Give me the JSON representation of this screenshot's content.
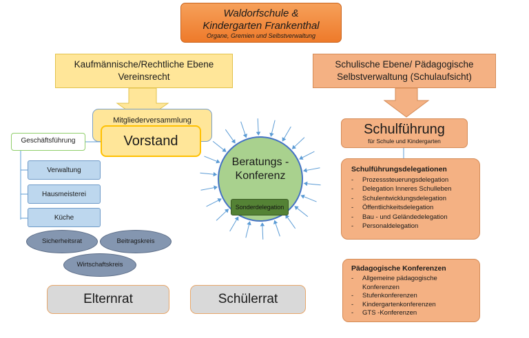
{
  "title": {
    "line1": "Waldorfschule &",
    "line2": "Kindergarten Frankenthal",
    "line3": "Organe, Gremien und Selbstverwaltung"
  },
  "left_branch": {
    "line1": "Kaufmännische/Rechtliche Ebene",
    "line2": "Vereinsrecht"
  },
  "right_branch": {
    "line1": "Schulische Ebene/ Pädagogische",
    "line2": "Selbstverwaltung (Schulaufsicht)"
  },
  "mitgliederversammlung": "Mitgliederversammlung",
  "vorstand": "Vorstand",
  "geschaeftsfuehrung": "Geschäftsführung",
  "gf_items": [
    "Verwaltung",
    "Hausmeisterei",
    "Küche"
  ],
  "ellipses": [
    "Sicherheitsrat",
    "Beitragskreis",
    "Wirtschaftskreis"
  ],
  "beratung": {
    "line1": "Beratungs -",
    "line2": "Konferenz",
    "sonder": "Sonderdelegation"
  },
  "schulfuehrung": {
    "title": "Schulführung",
    "subtitle": "für Schule und Kindergarten"
  },
  "delegationen": {
    "heading": "Schulführungsdelegationen",
    "items": [
      "Prozesssteuerungsdelegation",
      "Delegation Inneres Schulleben",
      "Schulentwicklungsdelegation",
      "Öffentlichkeitsdelegation",
      "Bau - und Geländedelegation",
      "Personaldelegation"
    ]
  },
  "konferenzen": {
    "heading": "Pädagogische Konferenzen",
    "items": [
      "Allgemeine pädagogische Konferenzen",
      "Stufenkonferenzen",
      "Kindergartenkonferenzen",
      "GTS -Konferenzen"
    ]
  },
  "elternrat": "Elternrat",
  "schuelerrat": "Schülerrat",
  "colors": {
    "title_orange": "#ee7a2a",
    "yellow": "#ffe699",
    "salmon": "#f4b183",
    "blue": "#bdd7ee",
    "slate": "#8496b0",
    "green": "#a9d18e",
    "dark_green": "#548235",
    "grey": "#d9d9d9"
  }
}
